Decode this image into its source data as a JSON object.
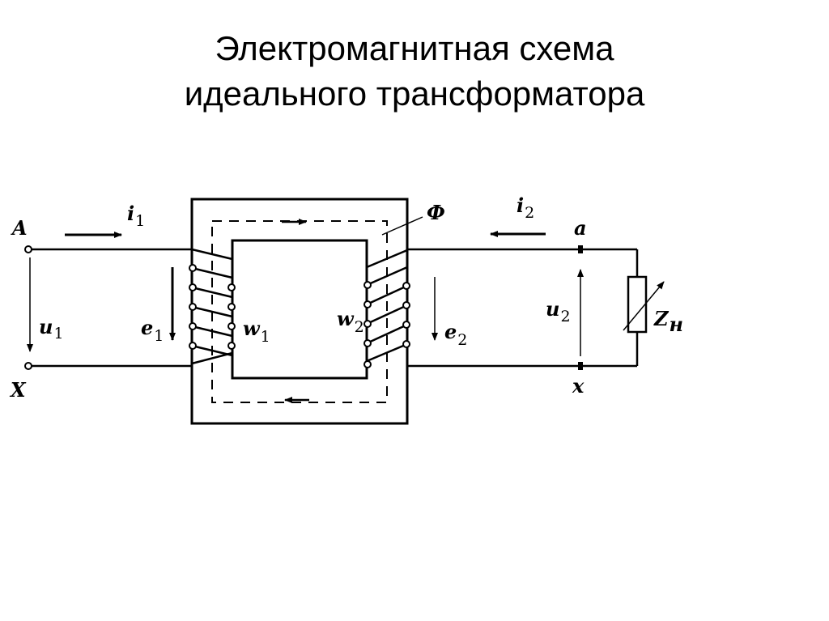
{
  "title": {
    "line1": "Электромагнитная схема",
    "line2": "идеального трансформатора"
  },
  "diagram": {
    "primary_terminal_top": "A",
    "primary_terminal_bottom": "X",
    "primary_current": "i",
    "primary_current_sub": "1",
    "primary_voltage": "u",
    "primary_voltage_sub": "1",
    "primary_emf": "e",
    "primary_emf_sub": "1",
    "primary_turns": "w",
    "primary_turns_sub": "1",
    "secondary_turns": "w",
    "secondary_turns_sub": "2",
    "secondary_emf": "e",
    "secondary_emf_sub": "2",
    "flux": "Ф",
    "secondary_current": "i",
    "secondary_current_sub": "2",
    "secondary_terminal_top": "a",
    "secondary_terminal_bottom": "x",
    "secondary_voltage": "u",
    "secondary_voltage_sub": "2",
    "load": "Z",
    "load_sub": "н"
  }
}
